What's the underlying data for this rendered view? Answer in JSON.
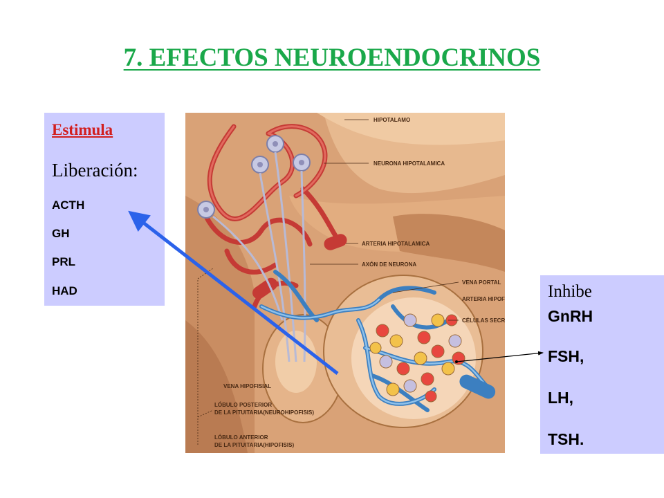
{
  "title": "7. EFECTOS NEUROENDOCRINOS",
  "left_box": {
    "heading": "Estimula",
    "subheading": "Liberación:",
    "items": [
      "ACTH",
      "GH",
      "PRL",
      "HAD"
    ]
  },
  "right_box": {
    "heading": "Inhibe",
    "items": [
      "GnRH",
      "FSH,",
      "LH,",
      "TSH."
    ]
  },
  "illustration_labels": [
    "HIPOTALAMO",
    "NEURONA HIPOTALAMICA",
    "ARTERIA HIPOTALAMICA",
    "AXÓN DE NEURONA",
    "VENA PORTAL",
    "ARTERIA HIPOFI",
    "CÉLULAS SECRETO",
    "VENA HIPOFISIAL",
    "LÓBULO POSTERIOR",
    "DE LA PITUITARIA(NEUROHIPOFISIS)",
    "LÓBULO ANTERIOR",
    "DE LA PITUITARIA(HIPOFISIS)"
  ],
  "colors": {
    "title": "#1aa84a",
    "heading_red": "#d21f1f",
    "box_fill": "#ccccff",
    "arrow_blue": "#2b62ea"
  }
}
